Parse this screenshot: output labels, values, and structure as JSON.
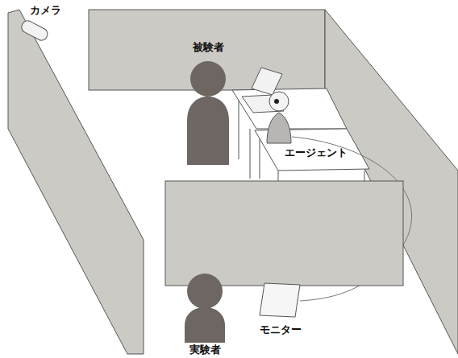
{
  "diagram": {
    "labels": [
      "カメラ",
      "被験者",
      "エージェント",
      "モニター",
      "実験者"
    ]
  }
}
